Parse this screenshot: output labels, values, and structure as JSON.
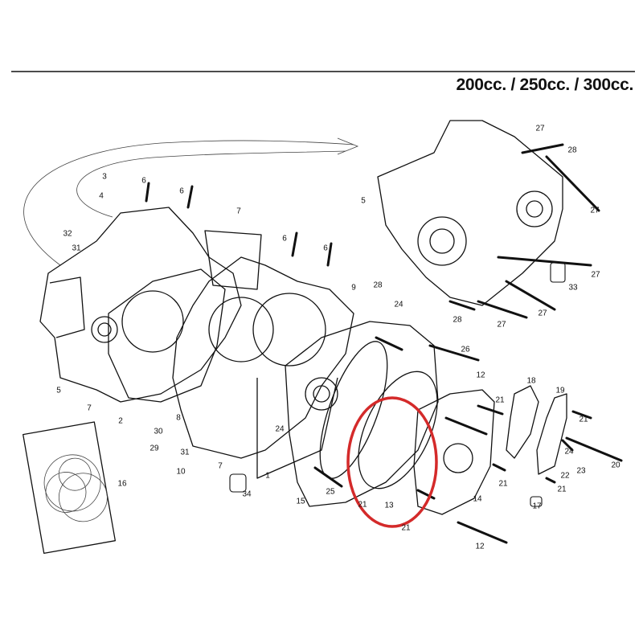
{
  "title": "200cc. / 250cc. / 300cc.",
  "callouts": [
    "3",
    "4",
    "6",
    "6",
    "7",
    "32",
    "31",
    "6",
    "6",
    "9",
    "5",
    "7",
    "2",
    "8",
    "30",
    "29",
    "31",
    "10",
    "7",
    "34",
    "1",
    "24",
    "15",
    "25",
    "16",
    "27",
    "28",
    "5",
    "28",
    "27",
    "27",
    "33",
    "28",
    "27",
    "27",
    "24",
    "26",
    "12",
    "18",
    "19",
    "21",
    "21",
    "21",
    "24",
    "20",
    "23",
    "22",
    "21",
    "17",
    "21",
    "13",
    "14",
    "12",
    "21"
  ],
  "highlight": {
    "color": "#d42a2a",
    "target_callout": "13"
  }
}
